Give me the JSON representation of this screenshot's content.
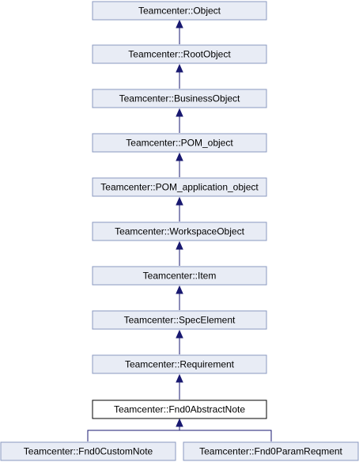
{
  "diagram": {
    "nodes": [
      {
        "label": "Teamcenter::Object"
      },
      {
        "label": "Teamcenter::RootObject"
      },
      {
        "label": "Teamcenter::BusinessObject"
      },
      {
        "label": "Teamcenter::POM_object"
      },
      {
        "label": "Teamcenter::POM_application_object"
      },
      {
        "label": "Teamcenter::WorkspaceObject"
      },
      {
        "label": "Teamcenter::Item"
      },
      {
        "label": "Teamcenter::SpecElement"
      },
      {
        "label": "Teamcenter::Requirement"
      },
      {
        "label": "Teamcenter::Fnd0AbstractNote"
      },
      {
        "label": "Teamcenter::Fnd0CustomNote"
      },
      {
        "label": "Teamcenter::Fnd0ParamReqment"
      }
    ]
  }
}
